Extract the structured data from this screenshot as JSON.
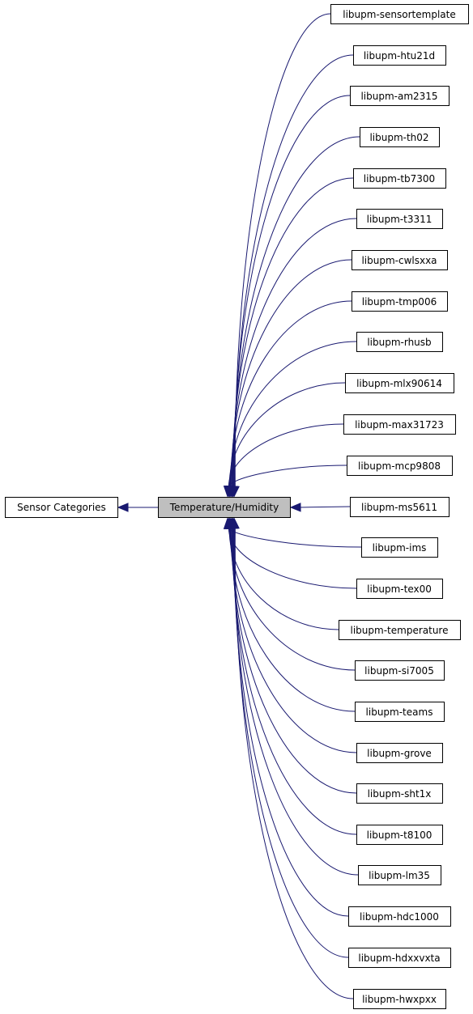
{
  "colors": {
    "edge": "#191970",
    "current_fill": "#bfbfbf",
    "node_fill": "#ffffff",
    "node_stroke": "#000000"
  },
  "parent": {
    "label": "Sensor Categories"
  },
  "current": {
    "label": "Temperature/Humidity"
  },
  "children": [
    {
      "label": "libupm-sensortemplate"
    },
    {
      "label": "libupm-htu21d"
    },
    {
      "label": "libupm-am2315"
    },
    {
      "label": "libupm-th02"
    },
    {
      "label": "libupm-tb7300"
    },
    {
      "label": "libupm-t3311"
    },
    {
      "label": "libupm-cwlsxxa"
    },
    {
      "label": "libupm-tmp006"
    },
    {
      "label": "libupm-rhusb"
    },
    {
      "label": "libupm-mlx90614"
    },
    {
      "label": "libupm-max31723"
    },
    {
      "label": "libupm-mcp9808"
    },
    {
      "label": "libupm-ms5611"
    },
    {
      "label": "libupm-ims"
    },
    {
      "label": "libupm-tex00"
    },
    {
      "label": "libupm-temperature"
    },
    {
      "label": "libupm-si7005"
    },
    {
      "label": "libupm-teams"
    },
    {
      "label": "libupm-grove"
    },
    {
      "label": "libupm-sht1x"
    },
    {
      "label": "libupm-t8100"
    },
    {
      "label": "libupm-lm35"
    },
    {
      "label": "libupm-hdc1000"
    },
    {
      "label": "libupm-hdxxvxta"
    },
    {
      "label": "libupm-hwxpxx"
    }
  ]
}
